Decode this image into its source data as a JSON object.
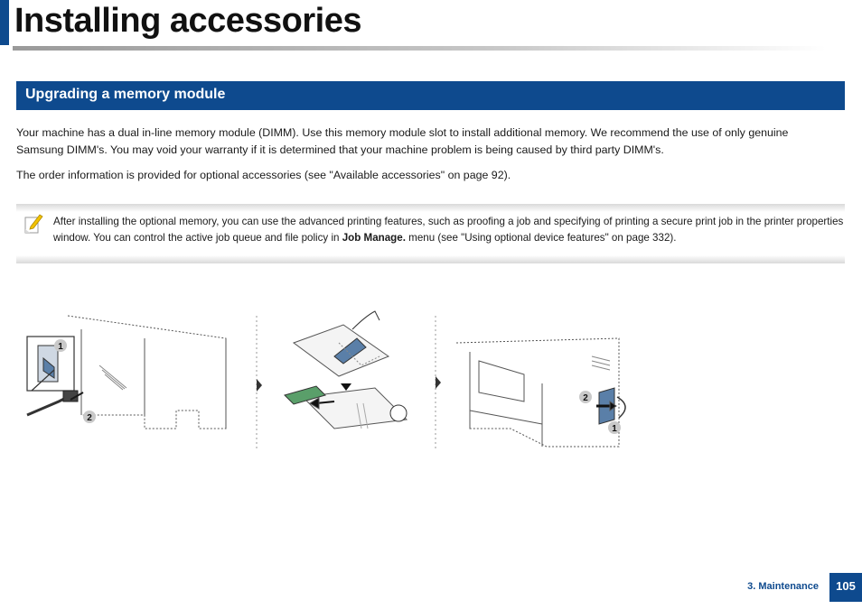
{
  "header": {
    "title": "Installing accessories"
  },
  "section": {
    "heading": "Upgrading a memory module"
  },
  "body": {
    "paragraph_1": "Your machine has a dual in-line memory module (DIMM). Use this memory module slot to install additional memory. We recommend the use of only genuine Samsung DIMM's. You may void your warranty if it is determined that your machine problem is being caused by third party DIMM's.",
    "paragraph_2": "The order information is provided for optional accessories (see \"Available accessories\" on page 92)."
  },
  "note": {
    "icon": "note-pencil-icon",
    "text_before": "After installing the optional memory, you can use the advanced printing features, such as proofing a job and specifying of printing a secure print job in the printer properties window. You can control the active job queue and file policy in ",
    "bold_text": "Job Manage.",
    "text_after": " menu (see \"Using optional device features\" on page 332)."
  },
  "illustration": {
    "step_labels": [
      "1",
      "2",
      "2",
      "1"
    ]
  },
  "footer": {
    "chapter": "3. Maintenance",
    "page_number": "105"
  },
  "colors": {
    "brand_blue": "#0e4a8e",
    "badge_gray": "#c9c9c9"
  }
}
